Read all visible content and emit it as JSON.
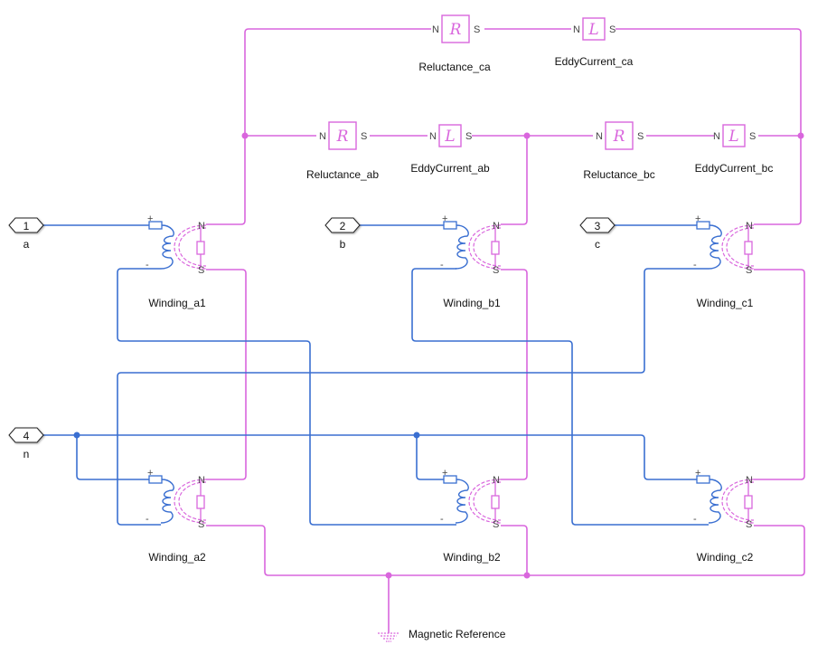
{
  "diagram": {
    "type": "Simscape magnetic circuit",
    "ports": [
      {
        "number": "1",
        "name": "a"
      },
      {
        "number": "2",
        "name": "b"
      },
      {
        "number": "3",
        "name": "c"
      },
      {
        "number": "4",
        "name": "n"
      }
    ],
    "reluctances": [
      {
        "name": "Reluctance_ca",
        "symbol": "R",
        "pin_left": "N",
        "pin_right": "S"
      },
      {
        "name": "Reluctance_ab",
        "symbol": "R",
        "pin_left": "N",
        "pin_right": "S"
      },
      {
        "name": "Reluctance_bc",
        "symbol": "R",
        "pin_left": "N",
        "pin_right": "S"
      }
    ],
    "eddy_currents": [
      {
        "name": "EddyCurrent_ca",
        "symbol": "L",
        "pin_left": "N",
        "pin_right": "S"
      },
      {
        "name": "EddyCurrent_ab",
        "symbol": "L",
        "pin_left": "N",
        "pin_right": "S"
      },
      {
        "name": "EddyCurrent_bc",
        "symbol": "L",
        "pin_left": "N",
        "pin_right": "S"
      }
    ],
    "windings": [
      {
        "name": "Winding_a1",
        "plus": "+",
        "minus": "-",
        "north": "N",
        "south": "S"
      },
      {
        "name": "Winding_b1",
        "plus": "+",
        "minus": "-",
        "north": "N",
        "south": "S"
      },
      {
        "name": "Winding_c1",
        "plus": "+",
        "minus": "-",
        "north": "N",
        "south": "S"
      },
      {
        "name": "Winding_a2",
        "plus": "+",
        "minus": "-",
        "north": "N",
        "south": "S"
      },
      {
        "name": "Winding_b2",
        "plus": "+",
        "minus": "-",
        "north": "N",
        "south": "S"
      },
      {
        "name": "Winding_c2",
        "plus": "+",
        "minus": "-",
        "north": "N",
        "south": "S"
      }
    ],
    "reference": {
      "name": "Magnetic Reference"
    },
    "colors": {
      "magnetic": "#d966dd",
      "electrical": "#3a6fd1"
    }
  }
}
